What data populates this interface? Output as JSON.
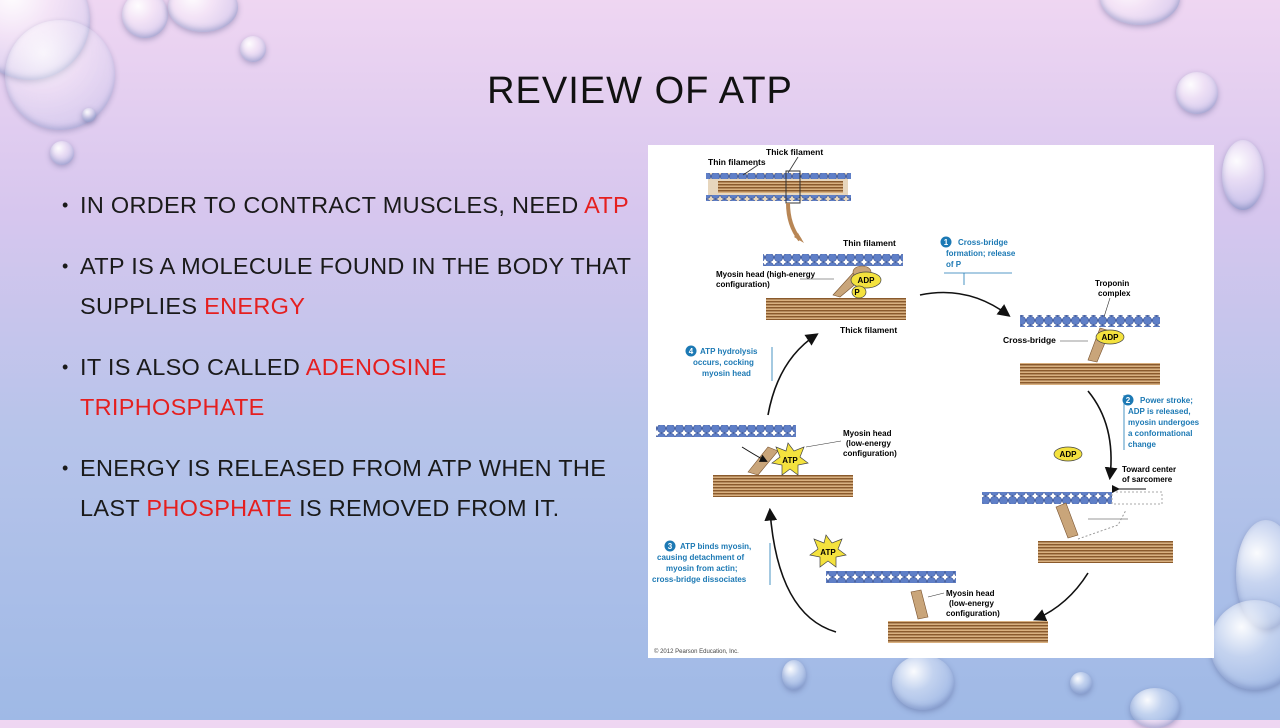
{
  "slide": {
    "title": "REVIEW OF ATP",
    "bullets": [
      {
        "parts": [
          "In order to contract muscles, need ",
          "ATP",
          ""
        ]
      },
      {
        "parts": [
          "ATP is a molecule found in the body that supplies ",
          "energy",
          ""
        ]
      },
      {
        "parts": [
          "It is also called ",
          "adenosine triphosphate",
          ""
        ]
      },
      {
        "parts": [
          "Energy is released from ATP when the last ",
          "phosphate",
          " is removed from it."
        ]
      }
    ],
    "accent_color": "#e51f1f"
  },
  "figure": {
    "labels": {
      "thick_filament_top": "Thick filament",
      "thin_filaments": "Thin filaments",
      "thin_filament": "Thin filament",
      "myosin_high_1": "Myosin head (high-energy",
      "myosin_high_2": "configuration)",
      "thick_filament": "Thick filament",
      "troponin_1": "Troponin",
      "troponin_2": "complex",
      "cross_bridge": "Cross-bridge",
      "toward_1": "Toward center",
      "toward_2": "of sarcomere",
      "myosin_low_a1": "Myosin head",
      "myosin_low_a2": "(low-energy",
      "myosin_low_a3": "configuration)",
      "myosin_low_b1": "Myosin head",
      "myosin_low_b2": "(low-energy",
      "myosin_low_b3": "configuration)",
      "copyright": "© 2012 Pearson Education, Inc."
    },
    "badges": {
      "adp": "ADP",
      "pi": "P",
      "atp": "ATP"
    },
    "steps": [
      {
        "num": "1",
        "lines": [
          "Cross-bridge",
          "formation; release",
          "of P"
        ]
      },
      {
        "num": "2",
        "lines": [
          "Power stroke;",
          "ADP is released,",
          "myosin undergoes",
          "a conformational",
          "change"
        ]
      },
      {
        "num": "3",
        "lines": [
          "ATP binds myosin,",
          "causing detachment of",
          "myosin from actin;",
          "cross-bridge dissociates"
        ]
      },
      {
        "num": "4",
        "lines": [
          "ATP hydrolysis",
          "occurs, cocking",
          "myosin head"
        ]
      }
    ]
  }
}
